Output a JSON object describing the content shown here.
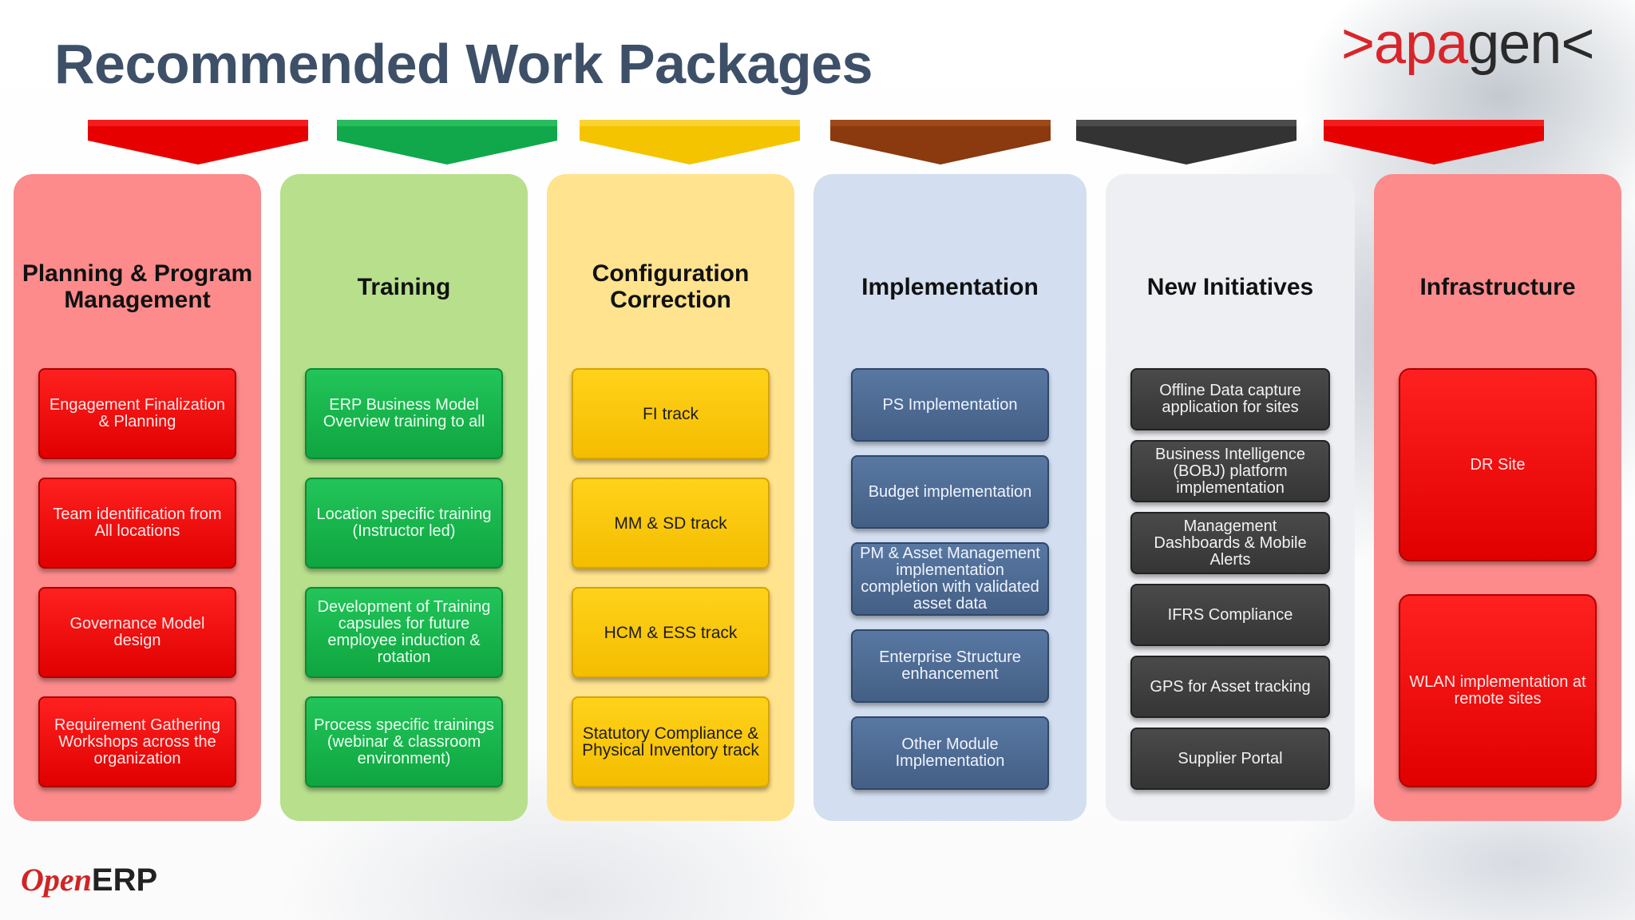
{
  "title": "Recommended Work Packages",
  "logos": {
    "apagen": {
      "left": ">apa",
      "mid": "gen",
      "right": "<"
    },
    "openerp": {
      "open": "Open",
      "erp": "ERP"
    }
  },
  "colors": {
    "arrow_red": "#e60000",
    "arrow_green": "#10a84a",
    "arrow_yellow": "#f5c400",
    "arrow_brown": "#8a3a0e",
    "arrow_dark": "#333333"
  },
  "columns": [
    {
      "heading": "Planning & Program Management",
      "items": [
        "Engagement Finalization & Planning",
        "Team identification from All locations",
        "Governance Model design",
        "Requirement Gathering Workshops across the organization"
      ]
    },
    {
      "heading": "Training",
      "items": [
        "ERP Business Model Overview training to all",
        "Location specific training (Instructor led)",
        "Development of Training capsules for future employee induction & rotation",
        "Process specific trainings (webinar & classroom environment)"
      ]
    },
    {
      "heading": "Configuration Correction",
      "items": [
        "FI track",
        "MM & SD track",
        "HCM & ESS track",
        "Statutory Compliance & Physical Inventory track"
      ]
    },
    {
      "heading": "Implementation",
      "items": [
        "PS  Implementation",
        "Budget implementation",
        "PM & Asset Management implementation completion with validated asset data",
        "Enterprise Structure enhancement",
        "Other Module Implementation"
      ]
    },
    {
      "heading": "New Initiatives",
      "items": [
        "Offline Data capture application for sites",
        "Business Intelligence (BOBJ) platform implementation",
        "Management Dashboards & Mobile Alerts",
        "IFRS Compliance",
        "GPS for Asset tracking",
        "Supplier Portal"
      ]
    },
    {
      "heading": "Infrastructure",
      "items": [
        "DR Site",
        "WLAN implementation at remote sites"
      ]
    }
  ]
}
